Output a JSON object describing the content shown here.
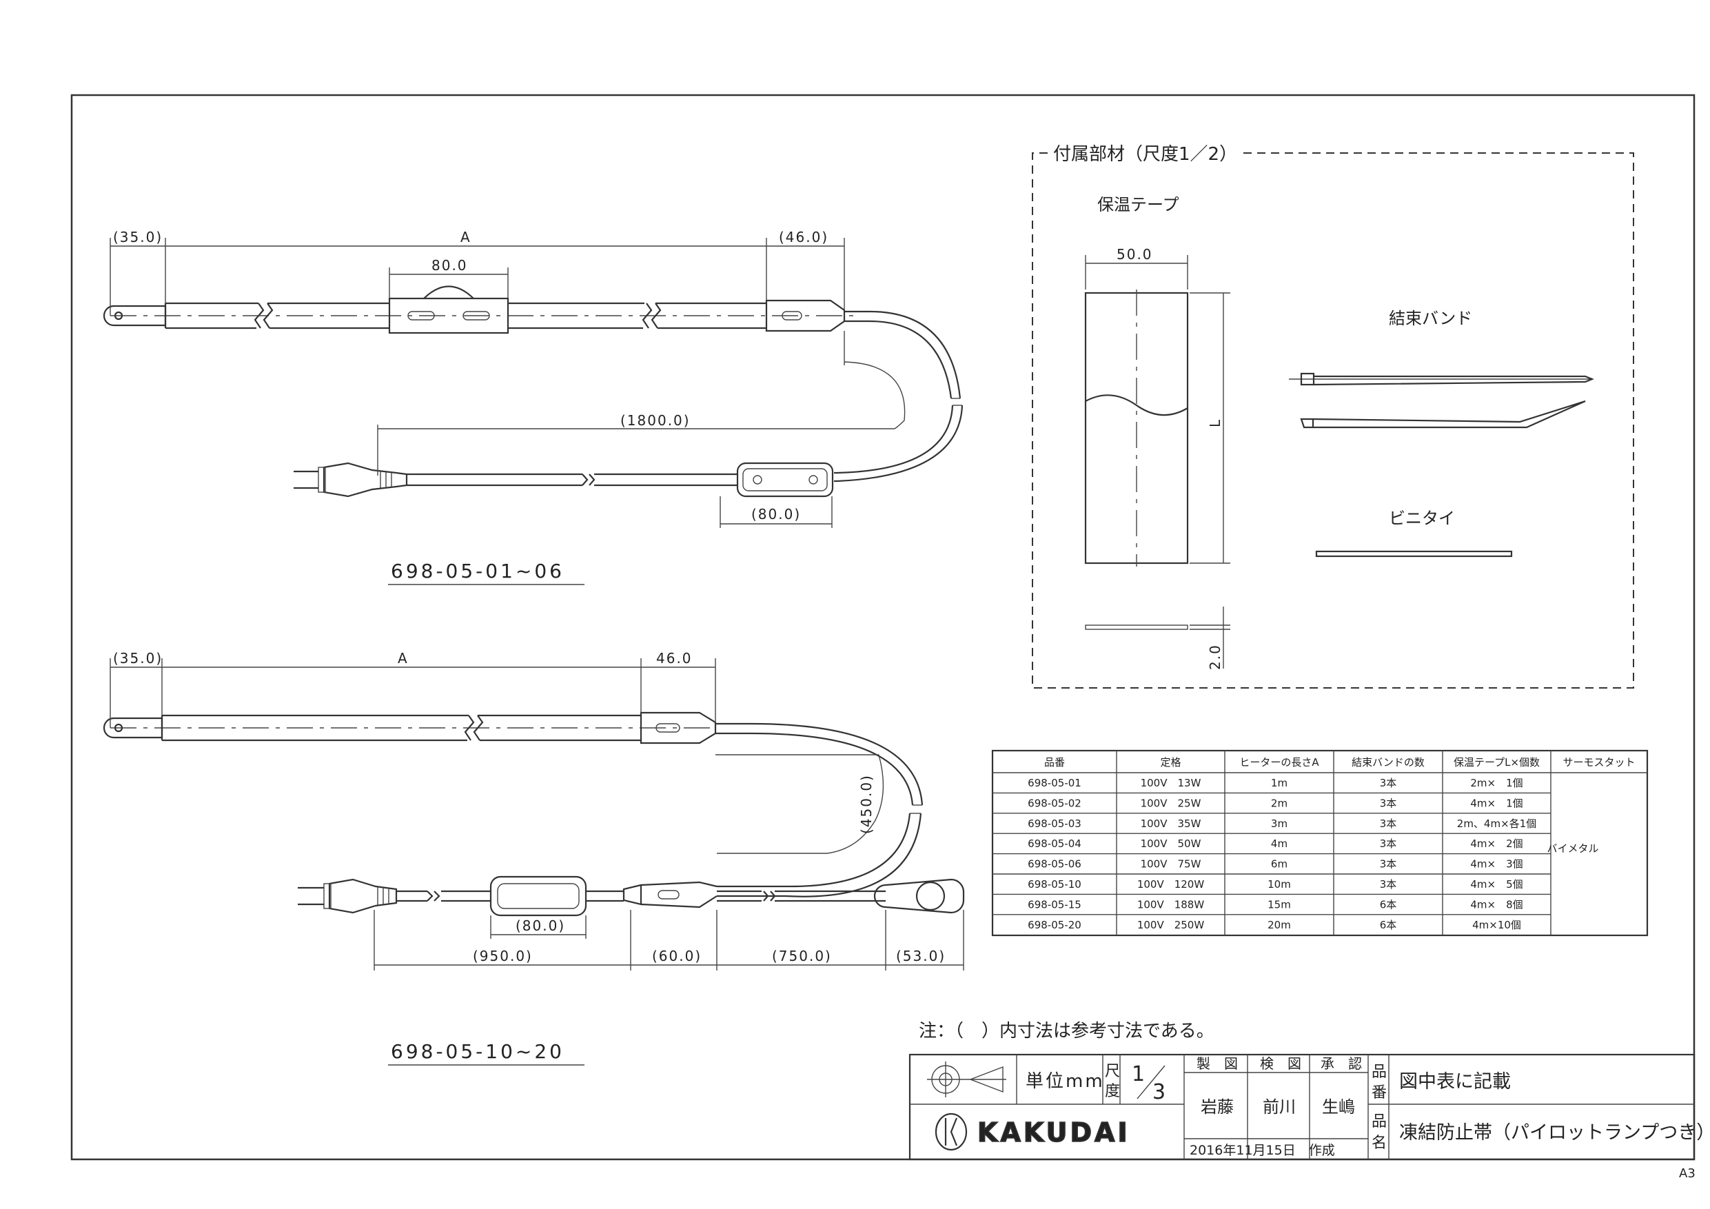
{
  "drawing": {
    "model_top": "698-05-01~06",
    "model_bottom": "698-05-10~20",
    "note": "注：（　）内寸法は参考寸法である。",
    "sheet_size": "A3"
  },
  "top_view": {
    "dim_35": "(35.0)",
    "dim_a": "A",
    "dim_46": "(46.0)",
    "dim_80_thermo": "80.0",
    "dim_1800": "(1800.0)",
    "dim_80_lamp": "(80.0)"
  },
  "bottom_view": {
    "dim_35": "(35.0)",
    "dim_a": "A",
    "dim_46": "46.0",
    "dim_450": "(450.0)",
    "dim_80_lamp": "(80.0)",
    "dim_950": "(950.0)",
    "dim_60": "(60.0)",
    "dim_750": "(750.0)",
    "dim_53": "(53.0)"
  },
  "accessories": {
    "title": "付属部材（尺度1／2）",
    "tape_label": "保温テープ",
    "tape_width": "50.0",
    "tape_length": "L",
    "tape_thickness": "2.0",
    "band_label": "結束バンド",
    "tie_label": "ビニタイ"
  },
  "spec_table": {
    "headers": [
      "品番",
      "定格",
      "ヒーターの長さA",
      "結束バンドの数",
      "保温テープL×個数",
      "サーモスタット"
    ],
    "rows": [
      [
        "698-05-01",
        "100V　13W",
        "1m",
        "3本",
        "2m×　1個"
      ],
      [
        "698-05-02",
        "100V　25W",
        "2m",
        "3本",
        "4m×　1個"
      ],
      [
        "698-05-03",
        "100V　35W",
        "3m",
        "3本",
        "2m、4m×各1個"
      ],
      [
        "698-05-04",
        "100V　50W",
        "4m",
        "3本",
        "4m×　2個"
      ],
      [
        "698-05-06",
        "100V　75W",
        "6m",
        "3本",
        "4m×　3個"
      ],
      [
        "698-05-10",
        "100V　120W",
        "10m",
        "3本",
        "4m×　5個"
      ],
      [
        "698-05-15",
        "100V　188W",
        "15m",
        "6本",
        "4m×　8個"
      ],
      [
        "698-05-20",
        "100V　250W",
        "20m",
        "6本",
        "4m×10個"
      ]
    ],
    "thermostat": "バイメタル"
  },
  "title_block": {
    "unit": "単位mm",
    "scale_label": "尺度",
    "scale_num": "1",
    "scale_den": "3",
    "h_drawn": "製　図",
    "h_checked": "検　図",
    "h_approved": "承　認",
    "drawn": "岩藤",
    "checked": "前川",
    "approved": "生嶋",
    "h_part_no": "品番",
    "part_no": "図中表に記載",
    "h_name": "品名",
    "name": "凍結防止帯（パイロットランプつき）",
    "date": "2016年11月15日　作成",
    "company": "KAKUDAI"
  }
}
